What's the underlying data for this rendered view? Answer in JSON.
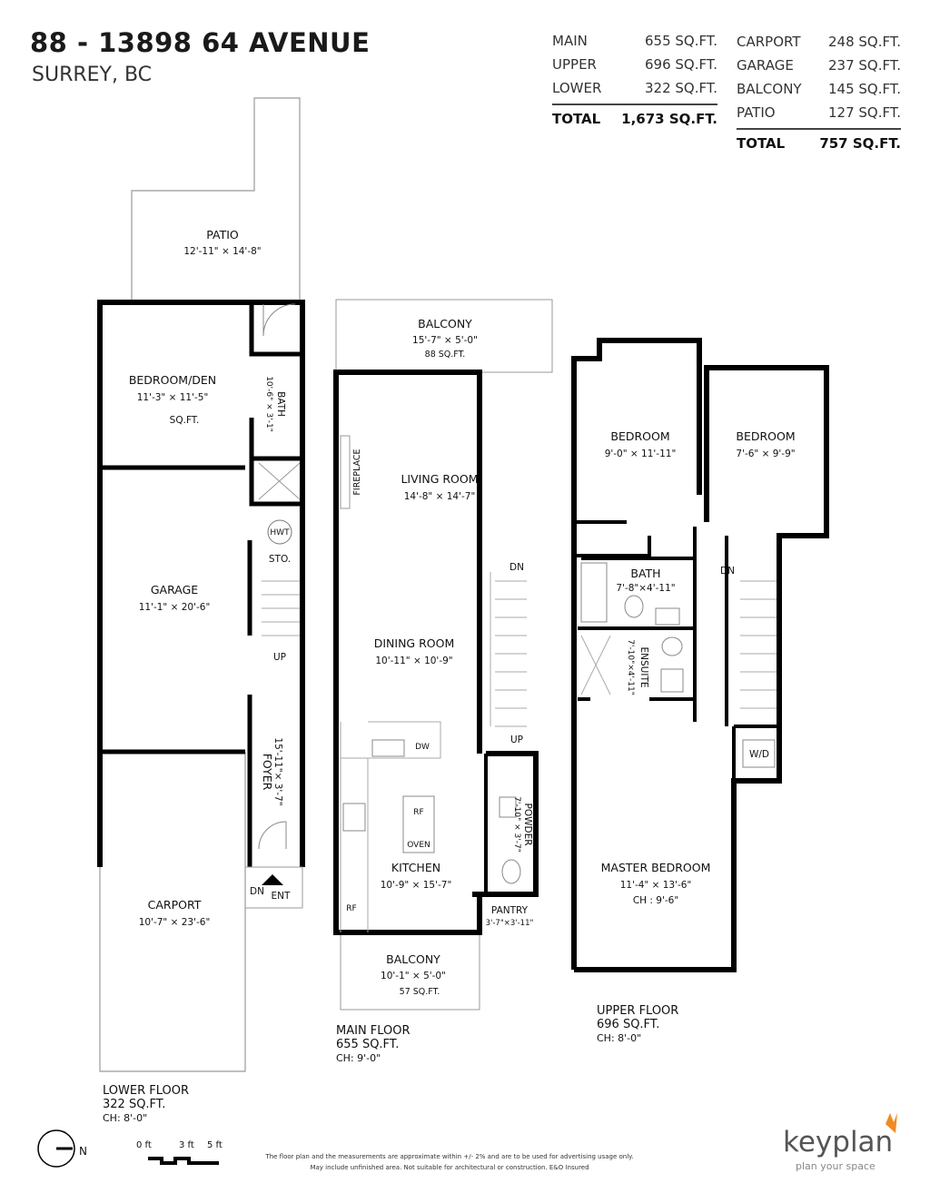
{
  "header": {
    "address": "88 - 13898 64 AVENUE",
    "city": "SURREY, BC"
  },
  "area_table_left": {
    "rows": [
      {
        "label": "MAIN",
        "value": "655 SQ.FT."
      },
      {
        "label": "UPPER",
        "value": "696 SQ.FT."
      },
      {
        "label": "LOWER",
        "value": "322 SQ.FT."
      }
    ],
    "total_label": "TOTAL",
    "total_value": "1,673 SQ.FT."
  },
  "area_table_right": {
    "rows": [
      {
        "label": "CARPORT",
        "value": "248 SQ.FT."
      },
      {
        "label": "GARAGE",
        "value": "237 SQ.FT."
      },
      {
        "label": "BALCONY",
        "value": "145 SQ.FT."
      },
      {
        "label": "PATIO",
        "value": "127 SQ.FT."
      }
    ],
    "total_label": "TOTAL",
    "total_value": "757 SQ.FT."
  },
  "lower": {
    "patio": {
      "name": "PATIO",
      "dims": "12'-11\" × 14'-8\""
    },
    "bedroom_den": {
      "name": "BEDROOM/DEN",
      "dims": "11'-3\"  ×  11'-5\"",
      "extra": "SQ.FT."
    },
    "bath": {
      "name": "BATH",
      "dims": "10'-6\" × 3'-1\""
    },
    "hwt": "HWT",
    "sto": "STO.",
    "up": "UP",
    "garage": {
      "name": "GARAGE",
      "dims": "11'-1\"  ×  20'-6\""
    },
    "foyer": {
      "name": "FOYER",
      "dims": "15'-11\"× 3'-7\""
    },
    "carport": {
      "name": "CARPORT",
      "dims": "10'-7\"  ×  23'-6\""
    },
    "dn": "DN",
    "ent": "ENT",
    "label": "LOWER FLOOR",
    "sqft": "322 SQ.FT.",
    "ch": "CH: 8'-0\""
  },
  "main": {
    "balcony_top": {
      "name": "BALCONY",
      "dims": "15'-7\"  ×  5'-0\"",
      "sqft": "88 SQ.FT."
    },
    "fireplace": "FIREPLACE",
    "living": {
      "name": "LIVING ROOM",
      "dims": "14'-8\"  ×  14'-7\""
    },
    "dining": {
      "name": "DINING ROOM",
      "dims": "10'-11\"  ×  10'-9\""
    },
    "dn": "DN",
    "up": "UP",
    "dw": "DW",
    "rf": "RF",
    "oven": "OVEN",
    "rf2": "RF",
    "kitchen": {
      "name": "KITCHEN",
      "dims": "10'-9\"  ×  15'-7\""
    },
    "powder": {
      "name": "POWDER",
      "dims": "7'-10\" × 3'-7\""
    },
    "pantry": {
      "name": "PANTRY",
      "dims": "3'-7\"×3'-11\""
    },
    "balcony_bottom": {
      "name": "BALCONY",
      "dims": "10'-1\"  ×  5'-0\"",
      "sqft": "57 SQ.FT."
    },
    "label": "MAIN FLOOR",
    "sqft": "655 SQ.FT.",
    "ch": "CH: 9'-0\""
  },
  "upper": {
    "bedroom1": {
      "name": "BEDROOM",
      "dims": "9'-0\"  ×  11'-11\""
    },
    "bedroom2": {
      "name": "BEDROOM",
      "dims": "7'-6\"  ×  9'-9\""
    },
    "bath": {
      "name": "BATH",
      "dims": "7'-8\"×4'-11\""
    },
    "ensuite": {
      "name": "ENSUITE",
      "dims": "7'-10\"×4'-11\""
    },
    "dn": "DN",
    "wd": "W/D",
    "master": {
      "name": "MASTER BEDROOM",
      "dims": "11'-4\"  ×  13'-6\"",
      "ch": "CH : 9'-6\""
    },
    "label": "UPPER FLOOR",
    "sqft": "696 SQ.FT.",
    "ch": "CH: 8'-0\""
  },
  "legend": {
    "north": "N",
    "scale": [
      "0 ft",
      "3 ft",
      "5 ft"
    ]
  },
  "disclaimer": [
    "The floor plan and the measurements are approximate within +/- 2% and are to be used for advertising usage only.",
    "May include unfinished area. Not suitable for architectural or construction. E&O Insured"
  ],
  "brand": {
    "name": "keyplan",
    "tagline": "plan your space",
    "accent": "#f08a24"
  }
}
